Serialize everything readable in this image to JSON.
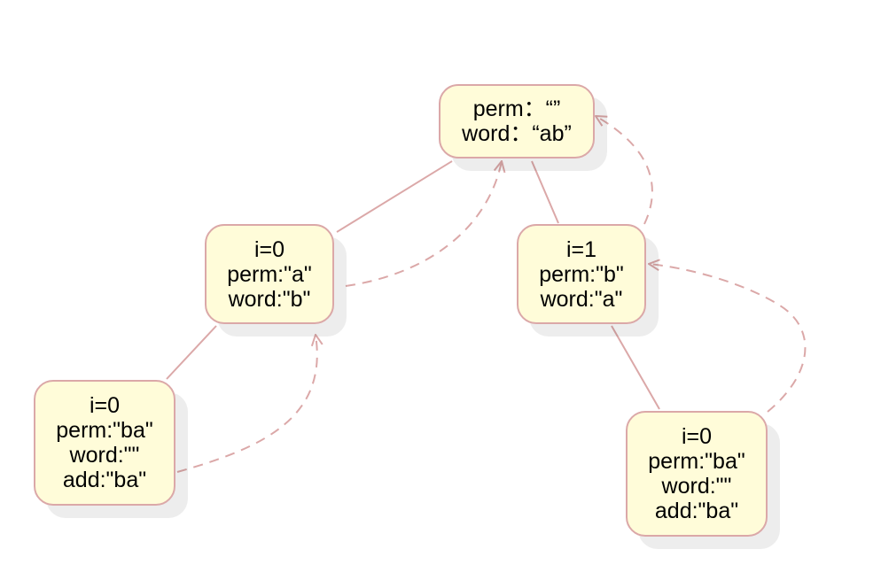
{
  "colors": {
    "node_fill": "#fffcd9",
    "node_border": "#dba8a8",
    "edge": "#dba8a8"
  },
  "nodes": {
    "root": {
      "lines": [
        "perm：“”",
        "word：“ab”"
      ]
    },
    "left": {
      "lines": [
        "i=0",
        "perm:\"a\"",
        "word:\"b\""
      ]
    },
    "right": {
      "lines": [
        "i=1",
        "perm:\"b\"",
        "word:\"a\""
      ]
    },
    "leftleaf": {
      "lines": [
        "i=0",
        "perm:\"ba\"",
        "word:\"\"",
        "add:\"ba\""
      ]
    },
    "rightleaf": {
      "lines": [
        "i=0",
        "perm:\"ba\"",
        "word:\"\"",
        "add:\"ba\""
      ]
    }
  }
}
